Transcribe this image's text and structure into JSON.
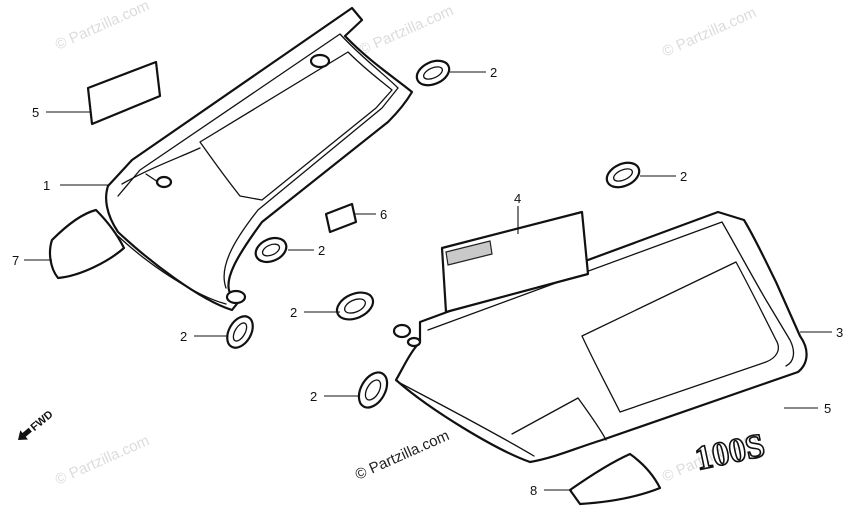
{
  "watermark": {
    "text": "© Partzilla.com"
  },
  "fwd_label": "FWD",
  "emblem_text": "100S",
  "callouts": {
    "c1": "1",
    "c2a": "2",
    "c2b": "2",
    "c2c": "2",
    "c2d": "2",
    "c2e": "2",
    "c2f": "2",
    "c3": "3",
    "c4": "4",
    "c5a": "5",
    "c5b": "5",
    "c6": "6",
    "c7": "7",
    "c8": "8"
  },
  "colors": {
    "line": "#111111",
    "watermark": "#dcdcdc",
    "background": "#ffffff"
  }
}
